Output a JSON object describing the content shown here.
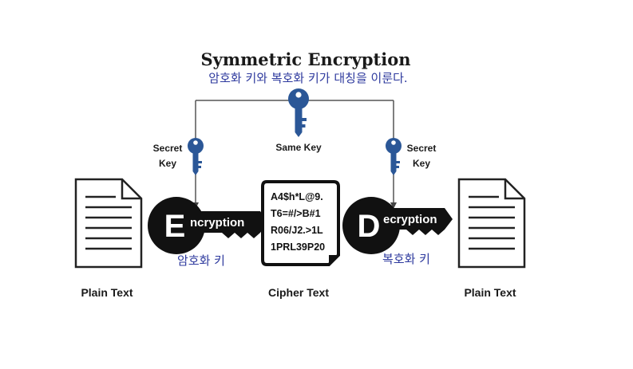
{
  "title": "Symmetric Encryption",
  "subtitle": "암호화 키와 복호화 키가 대칭을 이룬다.",
  "keys": {
    "left_line1": "Secret",
    "left_line2": "Key",
    "center": "Same Key",
    "right_line1": "Secret",
    "right_line2": "Key",
    "color": "#2b5797"
  },
  "encryption": {
    "letter": "E",
    "rest": "ncryption",
    "korean": "암호화 키"
  },
  "decryption": {
    "letter": "D",
    "rest": "ecryption",
    "korean": "복호화 키"
  },
  "cipher_lines": [
    "A4$h*L@9.",
    "T6=#/>B#1",
    "R06/J2.>1L",
    "1PRL39P20"
  ],
  "labels": {
    "plain_left": "Plain Text",
    "cipher": "Cipher Text",
    "plain_right": "Plain Text"
  }
}
